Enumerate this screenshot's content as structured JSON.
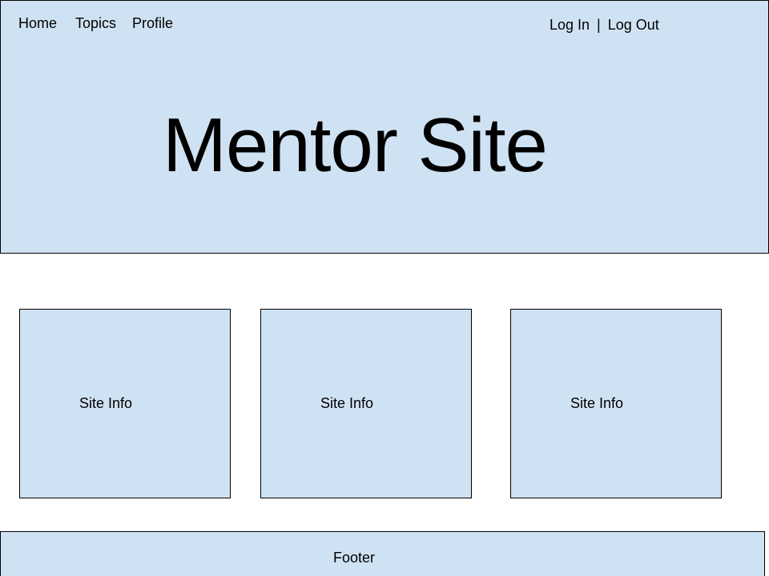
{
  "nav": {
    "items": [
      {
        "label": "Home"
      },
      {
        "label": "Topics"
      },
      {
        "label": "Profile"
      }
    ],
    "auth": {
      "login_label": "Log In",
      "separator": "|",
      "logout_label": "Log Out"
    }
  },
  "hero": {
    "title": "Mentor Site"
  },
  "cards": [
    {
      "label": "Site Info"
    },
    {
      "label": "Site Info"
    },
    {
      "label": "Site Info"
    }
  ],
  "footer": {
    "label": "Footer"
  },
  "colors": {
    "panel_fill": "#cfe2f3",
    "border": "#000000",
    "text": "#000000"
  }
}
